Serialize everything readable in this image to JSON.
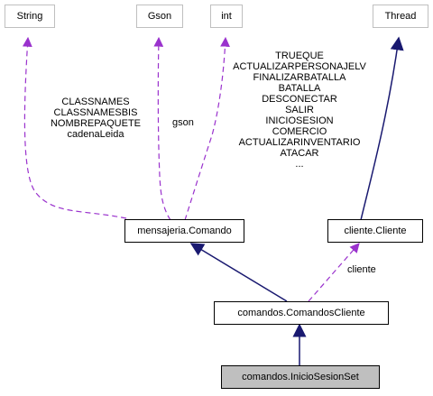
{
  "colors": {
    "dependency": "#9a32cd",
    "inheritance": "#191970",
    "external_border": "#bfbfbf",
    "focus_fill": "#bfbfbf"
  },
  "nodes": {
    "string": "String",
    "gson": "Gson",
    "int": "int",
    "thread": "Thread",
    "comando": "mensajeria.Comando",
    "cliente": "cliente.Cliente",
    "comandos_cliente": "comandos.ComandosCliente",
    "inicio_sesion_set": "comandos.InicioSesionSet"
  },
  "edge_labels": {
    "string_fields": [
      "CLASSNAMES",
      "CLASSNAMESBIS",
      "NOMBREPAQUETE",
      "cadenaLeida"
    ],
    "gson_field": "gson",
    "int_fields": [
      "TRUEQUE",
      "ACTUALIZARPERSONAJELV",
      "FINALIZARBATALLA",
      "BATALLA",
      "DESCONECTAR",
      "SALIR",
      "INICIOSESION",
      "COMERCIO",
      "ACTUALIZARINVENTARIO",
      "ATACAR",
      "..."
    ],
    "cliente_field": "cliente"
  }
}
